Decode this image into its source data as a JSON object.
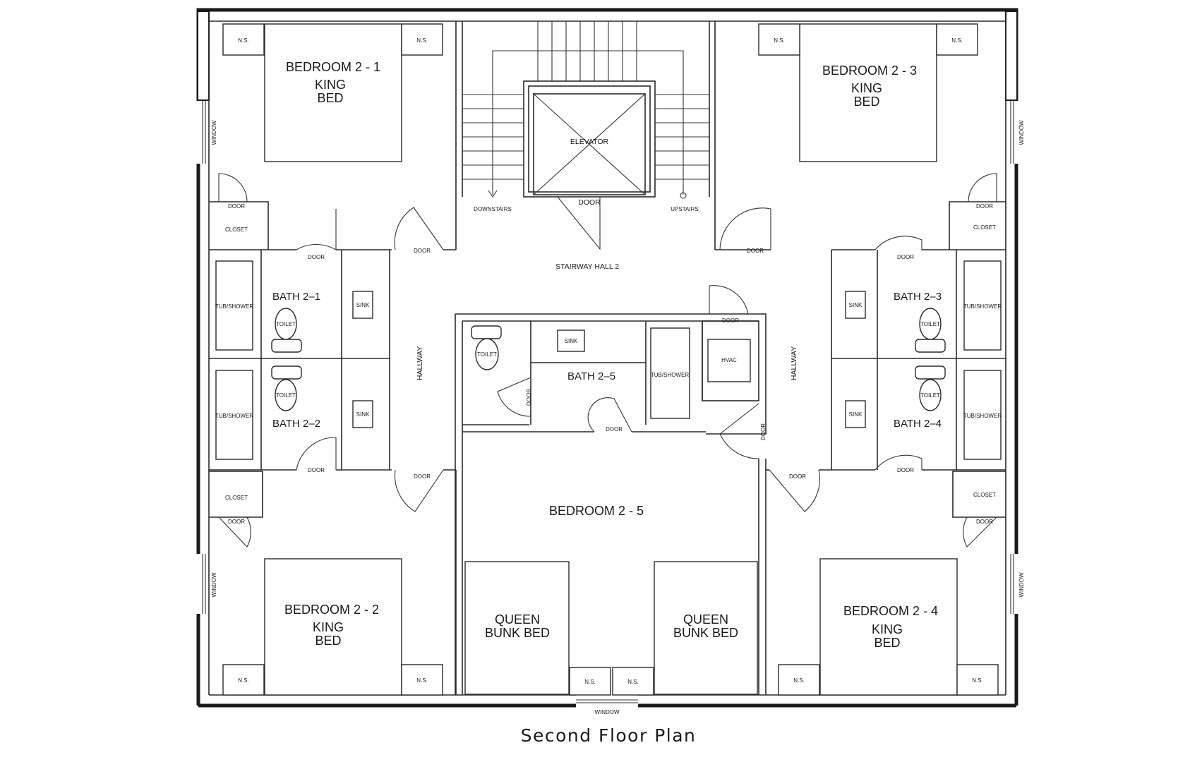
{
  "title": "Second Floor Plan",
  "rooms": {
    "bedroom_2_1": {
      "name": "BEDROOM 2 - 1",
      "bed": [
        "KING",
        "BED"
      ]
    },
    "bedroom_2_2": {
      "name": "BEDROOM 2 - 2",
      "bed": [
        "KING",
        "BED"
      ]
    },
    "bedroom_2_3": {
      "name": "BEDROOM 2 - 3",
      "bed": [
        "KING",
        "BED"
      ]
    },
    "bedroom_2_4": {
      "name": "BEDROOM 2 - 4",
      "bed": [
        "KING",
        "BED"
      ]
    },
    "bedroom_2_5": {
      "name": "BEDROOM 2 - 5",
      "bunk": [
        "QUEEN",
        "BUNK BED"
      ]
    },
    "bath_2_1": "BATH 2–1",
    "bath_2_2": "BATH 2–2",
    "bath_2_3": "BATH 2–3",
    "bath_2_4": "BATH 2–4",
    "bath_2_5": "BATH 2–5",
    "stairway_hall": "STAIRWAY HALL 2",
    "hallway": "HALLWAY",
    "elevator": "ELEVATOR",
    "hvac": "HVAC"
  },
  "labels": {
    "door": "DOOR",
    "closet": "CLOSET",
    "window": "WINDOW",
    "nightstand": "N.S.",
    "tub_shower": "TUB/SHOWER",
    "toilet": "TOILET",
    "sink": "SINK",
    "downstairs": "DOWNSTAIRS",
    "upstairs": "UPSTAIRS"
  }
}
